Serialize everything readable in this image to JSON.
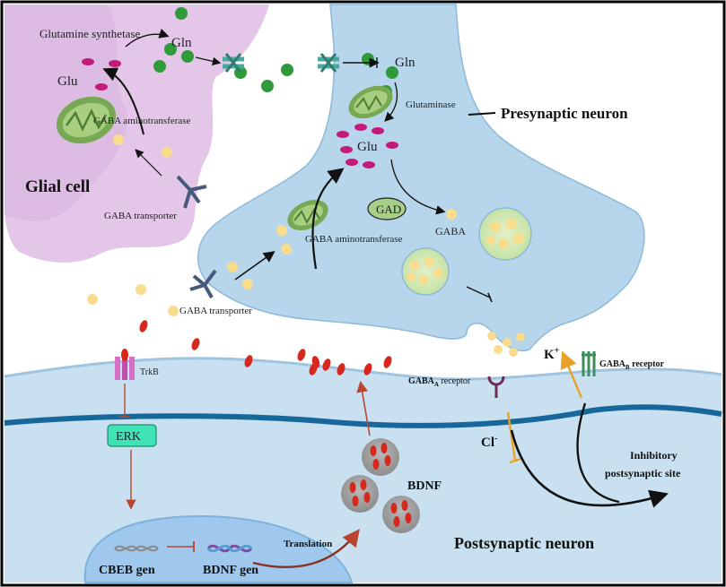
{
  "labels": {
    "glutamine_synthetase": "Glutamine synthetase",
    "gln_glia": "Gln",
    "glu_glia": "Glu",
    "gaba_aminotransferase_glia": "GABA aminotransferase",
    "glial_cell": "Glial cell",
    "gaba_transporter_glia": "GABA transporter",
    "gln_pre": "Gln",
    "glutaminase": "Glutaminase",
    "presynaptic_neuron": "Presynaptic neuron",
    "glu_pre": "Glu",
    "gad": "GAD",
    "gaba": "GABA",
    "gaba_aminotransferase_pre": "GABA aminotransferase",
    "gaba_transporter_pre": "GABA transporter",
    "trkb": "TrkB",
    "erk": "ERK",
    "gaba_a_receptor": "GABA",
    "gaba_a_sub": "A",
    "gaba_a_suffix": " receptor",
    "gaba_b_receptor": "GABA",
    "gaba_b_sub": "B",
    "gaba_b_suffix": " receptor",
    "k_ion": "K",
    "k_sup": "+",
    "cl_ion": "Cl",
    "cl_sup": "-",
    "inhibitory_line1": "Inhibitory",
    "inhibitory_line2": "postsynaptic site",
    "bdnf": "BDNF",
    "translation": "Translation",
    "cbeb_gen": "CBEB gen",
    "bdnf_gen": "BDNF gen",
    "postsynaptic_neuron": "Postsynaptic neuron"
  },
  "colors": {
    "glia": "#e3c6e8",
    "presynaptic": "#b7d6ec",
    "postsynaptic": "#c9e0f1",
    "membrane": "#16679a",
    "gln": "#2f9a3a",
    "glu": "#c41b7a",
    "gaba": "#f9dc8e",
    "bdnf": "#d6281c",
    "erk": "#3fe3b6",
    "arrow_orange": "#e9a12b",
    "arrow_red": "#b8452f",
    "border": "#000000"
  }
}
